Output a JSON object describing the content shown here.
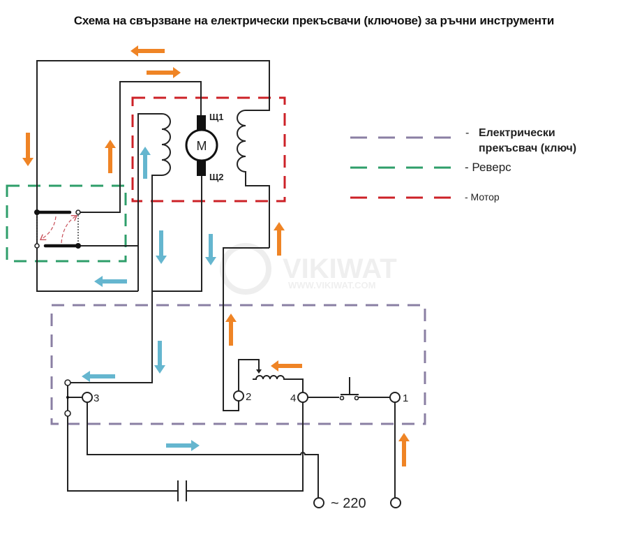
{
  "title": "Схема на свързване на електрически прекъсвачи (ключове) за ръчни инструменти",
  "legend": [
    {
      "key": "switch",
      "dash": "-",
      "label_line1": "Електрически",
      "label_line2": "прекъсвач (ключ)",
      "color": "#8a7fa3"
    },
    {
      "key": "reverse",
      "label": "- Реверс",
      "color": "#2e9e6a"
    },
    {
      "key": "motor",
      "label": "- Мотор",
      "color": "#cc2127"
    }
  ],
  "motor": {
    "symbol": "M",
    "brush1": "Щ1",
    "brush2": "Щ2"
  },
  "terminals": {
    "t1": "1",
    "t2": "2",
    "t3": "3",
    "t4": "4"
  },
  "supply": {
    "label": "~ 220"
  },
  "watermark": {
    "brand": "VIKIWAT",
    "url": "WWW.VIKIWAT.COM"
  },
  "colors": {
    "current_orange": "#ef8425",
    "current_blue": "#65b6cf"
  }
}
